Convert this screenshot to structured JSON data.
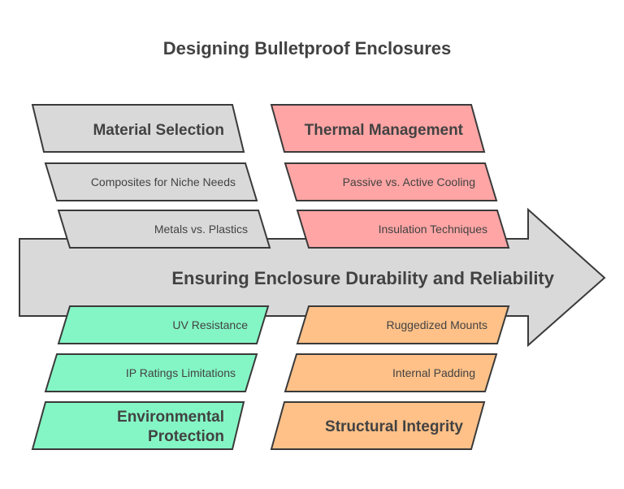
{
  "title": "Designing Bulletproof Enclosures",
  "spine": {
    "label": "Ensuring Enclosure Durability and Reliability"
  },
  "categories": {
    "material": {
      "label": "Material Selection",
      "items": [
        "Composites for Niche Needs",
        "Metals vs. Plastics"
      ]
    },
    "thermal": {
      "label": "Thermal Management",
      "items": [
        "Passive vs. Active Cooling",
        "Insulation Techniques"
      ]
    },
    "environmental": {
      "label_line1": "Environmental",
      "label_line2": "Protection",
      "items": [
        "UV Resistance",
        "IP Ratings Limitations"
      ]
    },
    "structural": {
      "label": "Structural Integrity",
      "items": [
        "Ruggedized Mounts",
        "Internal Padding"
      ]
    }
  },
  "colors": {
    "grey_fill": "#d9d9d9",
    "red_fill": "#ffa5a5",
    "green_fill": "#84f6c5",
    "orange_fill": "#ffc188",
    "stroke": "#3a3a3a",
    "text": "#424242"
  }
}
